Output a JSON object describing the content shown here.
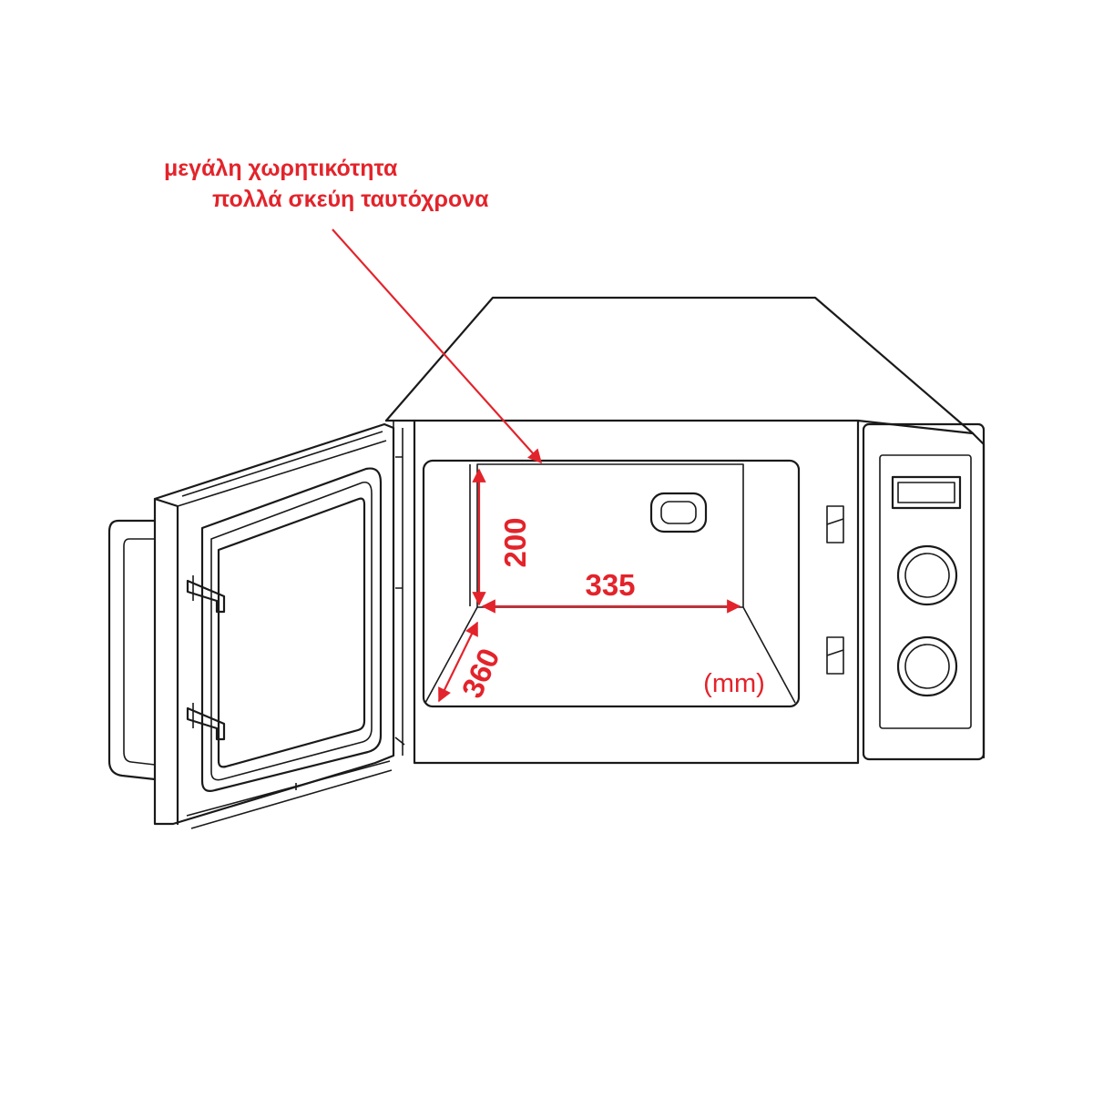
{
  "callout": {
    "line1": "μεγάλη χωρητικότητα",
    "line2": "πολλά σκεύη ταυτόχρονα"
  },
  "dimensions": {
    "height": "200",
    "width": "335",
    "depth": "360",
    "unit": "(mm)"
  },
  "colors": {
    "accent": "#e3232b",
    "outline": "#1a1a1a"
  }
}
